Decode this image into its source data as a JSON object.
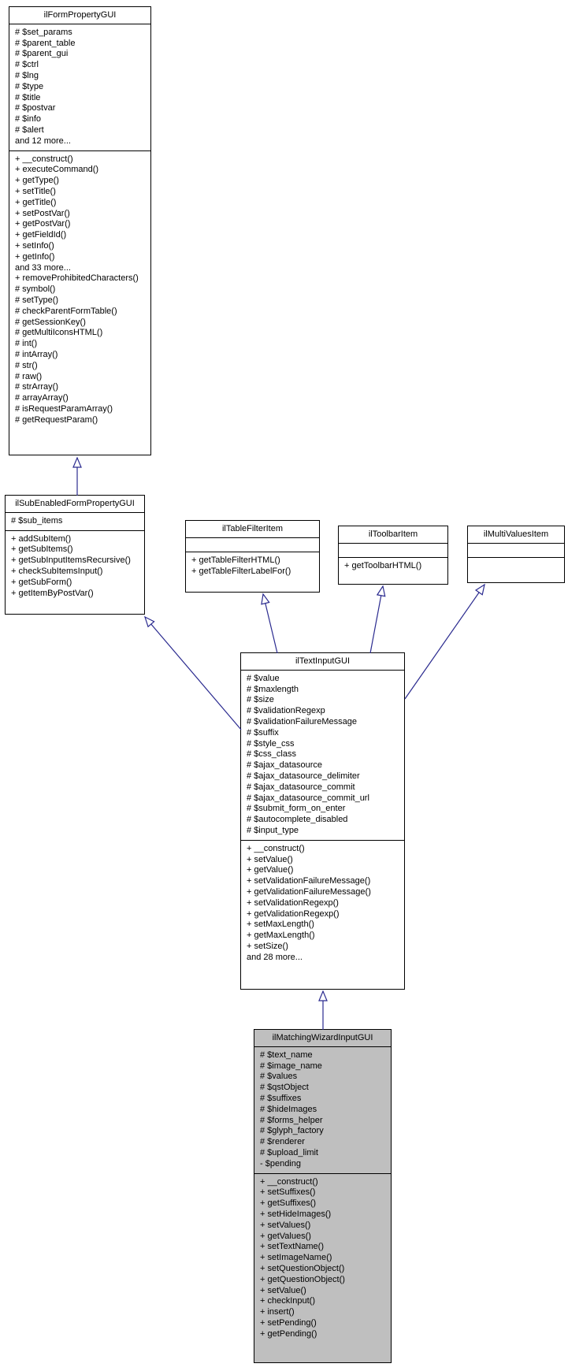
{
  "diagram": {
    "type": "uml-inheritance-diagram",
    "highlighted_class": "ilMatchingWizardInputGUI",
    "colors": {
      "arrow": "#2A2A8F",
      "highlight_fill": "#BFBFBF",
      "box_fill": "#FFFFFF",
      "border": "#000000"
    },
    "classes": {
      "ilFormPropertyGUI": {
        "name": "ilFormPropertyGUI",
        "attributes": [
          "# $set_params",
          "# $parent_table",
          "# $parent_gui",
          "# $ctrl",
          "# $lng",
          "# $type",
          "# $title",
          "# $postvar",
          "# $info",
          "# $alert",
          "and 12 more..."
        ],
        "methods": [
          "+ __construct()",
          "+ executeCommand()",
          "+ getType()",
          "+ setTitle()",
          "+ getTitle()",
          "+ setPostVar()",
          "+ getPostVar()",
          "+ getFieldId()",
          "+ setInfo()",
          "+ getInfo()",
          "and 33 more...",
          "+ removeProhibitedCharacters()",
          "# symbol()",
          "# setType()",
          "# checkParentFormTable()",
          "# getSessionKey()",
          "# getMultiIconsHTML()",
          "# int()",
          "# intArray()",
          "# str()",
          "# raw()",
          "# strArray()",
          "# arrayArray()",
          "# isRequestParamArray()",
          "# getRequestParam()"
        ]
      },
      "ilSubEnabledFormPropertyGUI": {
        "name": "ilSubEnabledFormPropertyGUI",
        "attributes": [
          "# $sub_items"
        ],
        "methods": [
          "+ addSubItem()",
          "+ getSubItems()",
          "+ getSubInputItemsRecursive()",
          "+ checkSubItemsInput()",
          "+ getSubForm()",
          "+ getItemByPostVar()"
        ]
      },
      "ilTableFilterItem": {
        "name": "ilTableFilterItem",
        "attributes": [],
        "methods": [
          "+ getTableFilterHTML()",
          "+ getTableFilterLabelFor()"
        ]
      },
      "ilToolbarItem": {
        "name": "ilToolbarItem",
        "attributes": [],
        "methods": [
          "+ getToolbarHTML()"
        ]
      },
      "ilMultiValuesItem": {
        "name": "ilMultiValuesItem",
        "attributes": [],
        "methods": []
      },
      "ilTextInputGUI": {
        "name": "ilTextInputGUI",
        "attributes": [
          "# $value",
          "# $maxlength",
          "# $size",
          "# $validationRegexp",
          "# $validationFailureMessage",
          "# $suffix",
          "# $style_css",
          "# $css_class",
          "# $ajax_datasource",
          "# $ajax_datasource_delimiter",
          "# $ajax_datasource_commit",
          "# $ajax_datasource_commit_url",
          "# $submit_form_on_enter",
          "# $autocomplete_disabled",
          "# $input_type"
        ],
        "methods": [
          "+ __construct()",
          "+ setValue()",
          "+ getValue()",
          "+ setValidationFailureMessage()",
          "+ getValidationFailureMessage()",
          "+ setValidationRegexp()",
          "+ getValidationRegexp()",
          "+ setMaxLength()",
          "+ getMaxLength()",
          "+ setSize()",
          "and 28 more..."
        ]
      },
      "ilMatchingWizardInputGUI": {
        "name": "ilMatchingWizardInputGUI",
        "attributes": [
          "# $text_name",
          "# $image_name",
          "# $values",
          "# $qstObject",
          "# $suffixes",
          "# $hideImages",
          "# $forms_helper",
          "# $glyph_factory",
          "# $renderer",
          "# $upload_limit",
          "- $pending"
        ],
        "methods": [
          "+ __construct()",
          "+ setSuffixes()",
          "+ getSuffixes()",
          "+ setHideImages()",
          "+ setValues()",
          "+ getValues()",
          "+ setTextName()",
          "+ setImageName()",
          "+ setQuestionObject()",
          "+ getQuestionObject()",
          "+ setValue()",
          "+ checkInput()",
          "+ insert()",
          "+ setPending()",
          "+ getPending()"
        ]
      }
    },
    "relations": [
      {
        "from": "ilSubEnabledFormPropertyGUI",
        "to": "ilFormPropertyGUI",
        "type": "inheritance"
      },
      {
        "from": "ilTextInputGUI",
        "to": "ilSubEnabledFormPropertyGUI",
        "type": "inheritance"
      },
      {
        "from": "ilTextInputGUI",
        "to": "ilTableFilterItem",
        "type": "inheritance"
      },
      {
        "from": "ilTextInputGUI",
        "to": "ilToolbarItem",
        "type": "inheritance"
      },
      {
        "from": "ilTextInputGUI",
        "to": "ilMultiValuesItem",
        "type": "inheritance"
      },
      {
        "from": "ilMatchingWizardInputGUI",
        "to": "ilTextInputGUI",
        "type": "inheritance"
      }
    ]
  }
}
